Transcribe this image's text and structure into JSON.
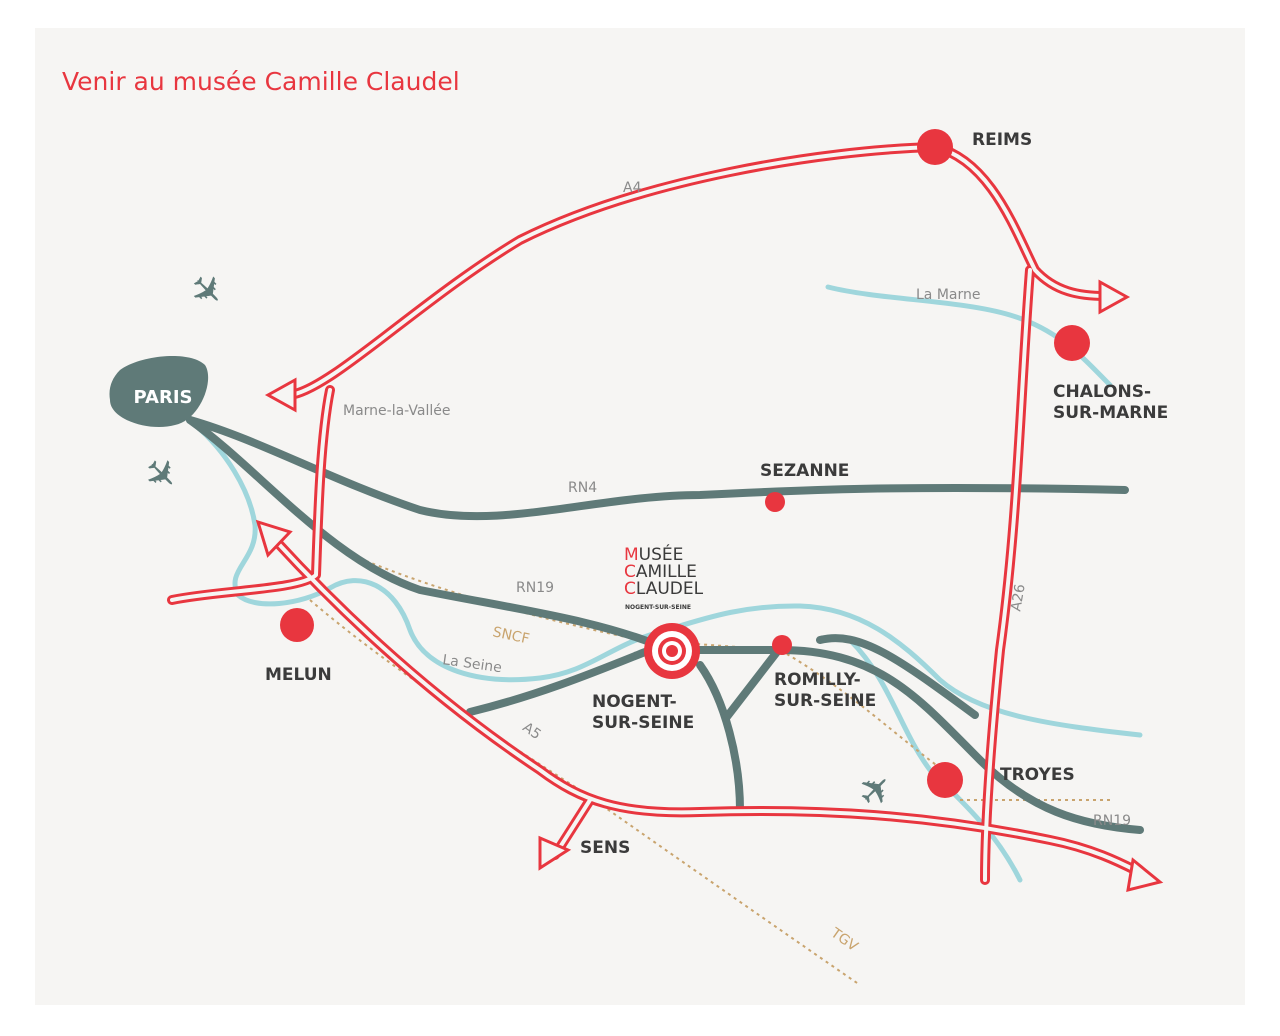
{
  "title": "Venir au musée Camille Claudel",
  "cities": {
    "paris": "PARIS",
    "reims": "REIMS",
    "chalons_1": "CHALONS-",
    "chalons_2": "SUR-MARNE",
    "sezanne": "SEZANNE",
    "melun": "MELUN",
    "nogent_1": "NOGENT-",
    "nogent_2": "SUR-SEINE",
    "romilly_1": "ROMILLY-",
    "romilly_2": "SUR-SEINE",
    "troyes": "TROYES",
    "sens": "SENS"
  },
  "roads": {
    "a4": "A4",
    "a5": "A5",
    "a26": "A26",
    "rn4": "RN4",
    "rn19_west": "RN19",
    "rn19_east": "RN19",
    "marne_la_vallee": "Marne-la-Vallée"
  },
  "rivers": {
    "marne": "La Marne",
    "seine": "La Seine"
  },
  "rail": {
    "sncf": "SNCF",
    "tgv": "TGV"
  },
  "logo": {
    "line1": "MUSÉE",
    "line2": "CAMILLE",
    "line3": "CLAUDEL",
    "sub": "NOGENT-SUR-SEINE"
  },
  "colors": {
    "red": "#e8363f",
    "grey": "#5f7a78",
    "river": "#9fd6dc",
    "rail": "#c9a46e"
  }
}
